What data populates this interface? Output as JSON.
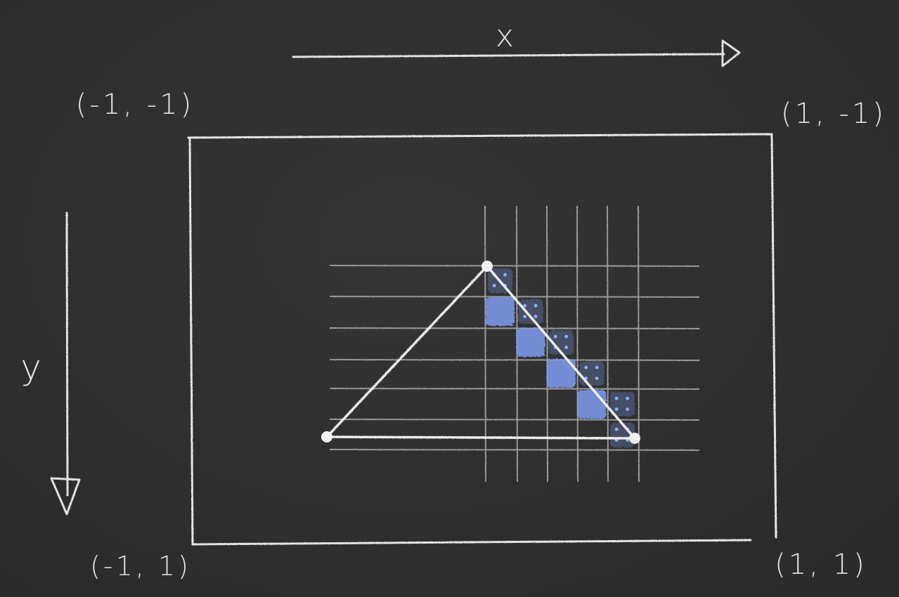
{
  "axes": {
    "x_label": "x",
    "y_label": "y"
  },
  "corners": {
    "top_left": "(-1, -1)",
    "top_right": "(1, -1)",
    "bottom_left": "(-1, 1)",
    "bottom_right": "(1, 1)"
  },
  "colors": {
    "background": "#2f2f2f",
    "chalk": "#e6e6e6",
    "grid": "#9a9a9a",
    "pixel_fill": "#7f9cf0",
    "pixel_dots": "#8fb0ff"
  },
  "grid": {
    "columns": 7,
    "rows": 7
  },
  "triangle": {
    "vertices": [
      "top",
      "bottom-left",
      "bottom-right"
    ]
  },
  "highlighted_cells": [
    {
      "col": 0,
      "row": 0,
      "style": "dots"
    },
    {
      "col": 0,
      "row": 1,
      "style": "filled"
    },
    {
      "col": 1,
      "row": 1,
      "style": "dots"
    },
    {
      "col": 1,
      "row": 2,
      "style": "filled"
    },
    {
      "col": 2,
      "row": 2,
      "style": "dots"
    },
    {
      "col": 2,
      "row": 3,
      "style": "filled"
    },
    {
      "col": 3,
      "row": 3,
      "style": "dots"
    },
    {
      "col": 3,
      "row": 4,
      "style": "filled"
    },
    {
      "col": 4,
      "row": 4,
      "style": "dots"
    },
    {
      "col": 4,
      "row": 5,
      "style": "dots"
    }
  ]
}
